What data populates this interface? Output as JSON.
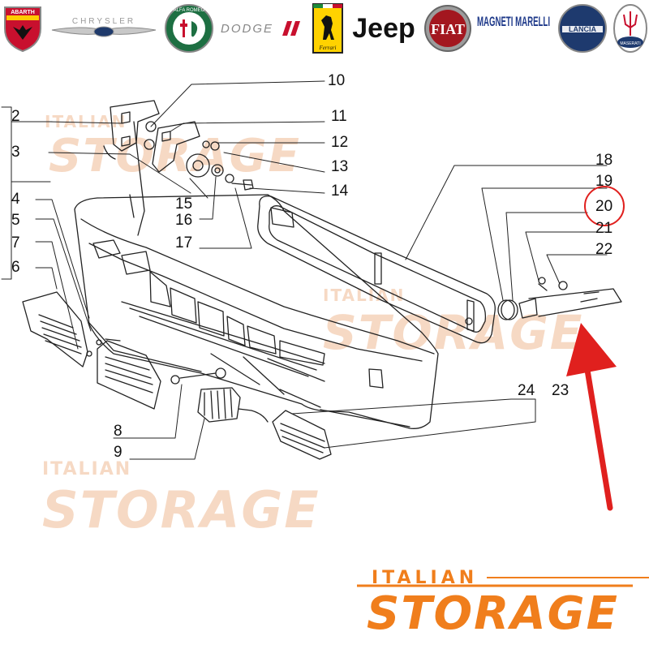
{
  "brands": [
    {
      "name": "Abarth",
      "text": "ABARTH"
    },
    {
      "name": "Chrysler",
      "text": "CHRYSLER"
    },
    {
      "name": "Alfa Romeo",
      "text": "ALFA ROMEO"
    },
    {
      "name": "Dodge",
      "text": "DODGE"
    },
    {
      "name": "Ferrari",
      "text": "Ferrari"
    },
    {
      "name": "Jeep",
      "text": "Jeep"
    },
    {
      "name": "Fiat",
      "text": "FIAT"
    },
    {
      "name": "Magneti Marelli",
      "text": "MAGNETI MARELLI"
    },
    {
      "name": "Lancia",
      "text": "LANCIA"
    },
    {
      "name": "Maserati",
      "text": "MASERATI"
    }
  ],
  "callouts": {
    "c2": "2",
    "c3": "3",
    "c4": "4",
    "c5": "5",
    "c6": "6",
    "c7": "7",
    "c8": "8",
    "c9": "9",
    "c10": "10",
    "c11": "11",
    "c12": "12",
    "c13": "13",
    "c14": "14",
    "c15": "15",
    "c16": "16",
    "c17": "17",
    "c18": "18",
    "c19": "19",
    "c20": "20",
    "c21": "21",
    "c22": "22",
    "c24": "24",
    "c23": "23"
  },
  "highlighted_part": "20",
  "watermark": {
    "top": "ITALIAN",
    "main": "STORAGE"
  },
  "logo": {
    "top": "ITALIAN",
    "main": "STORAGE"
  },
  "colors": {
    "accent_orange": "#f07e1c",
    "watermark": "#f6d9c4",
    "highlight_red": "#e0201e",
    "line": "#222222"
  }
}
